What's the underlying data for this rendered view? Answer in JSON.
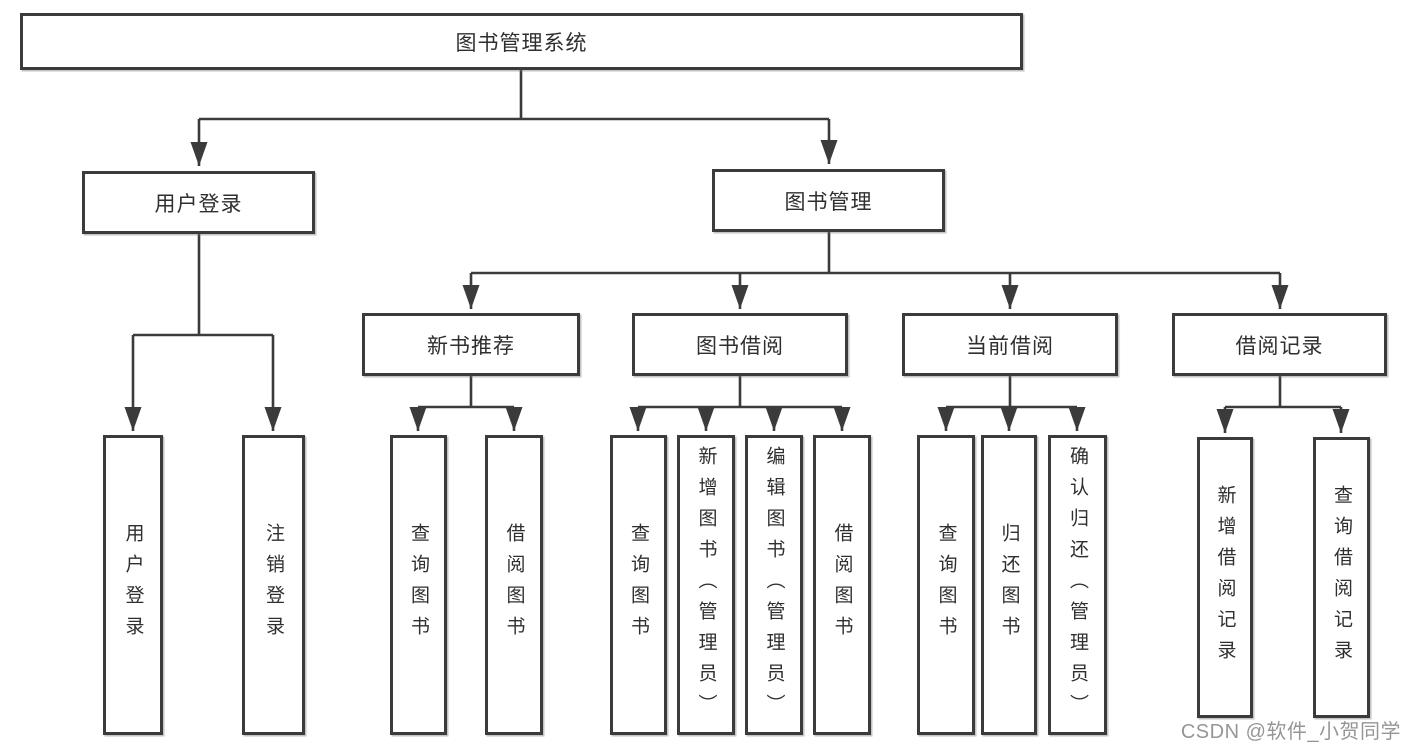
{
  "colors": {
    "line": "#3b3b3b",
    "box_border": "#3b3b3b",
    "box_fill": "#ffffff",
    "text": "#2f2f2f",
    "watermark": "#969696",
    "background": "#ffffff"
  },
  "watermark": {
    "text": "CSDN @软件_小贺同学"
  },
  "tree": {
    "label": "图书管理系统",
    "children": [
      {
        "label": "用户登录",
        "children": [
          {
            "label": "用户登录"
          },
          {
            "label": "注销登录"
          }
        ]
      },
      {
        "label": "图书管理",
        "children": [
          {
            "label": "新书推荐",
            "children": [
              {
                "label": "查询图书"
              },
              {
                "label": "借阅图书"
              }
            ]
          },
          {
            "label": "图书借阅",
            "children": [
              {
                "label": "查询图书"
              },
              {
                "label": "新增图书（管理员）"
              },
              {
                "label": "编辑图书（管理员）"
              },
              {
                "label": "借阅图书"
              }
            ]
          },
          {
            "label": "当前借阅",
            "children": [
              {
                "label": "查询图书"
              },
              {
                "label": "归还图书"
              },
              {
                "label": "确认归还（管理员）"
              }
            ]
          },
          {
            "label": "借阅记录",
            "children": [
              {
                "label": "新增借阅记录"
              },
              {
                "label": "查询借阅记录"
              }
            ]
          }
        ]
      }
    ]
  }
}
